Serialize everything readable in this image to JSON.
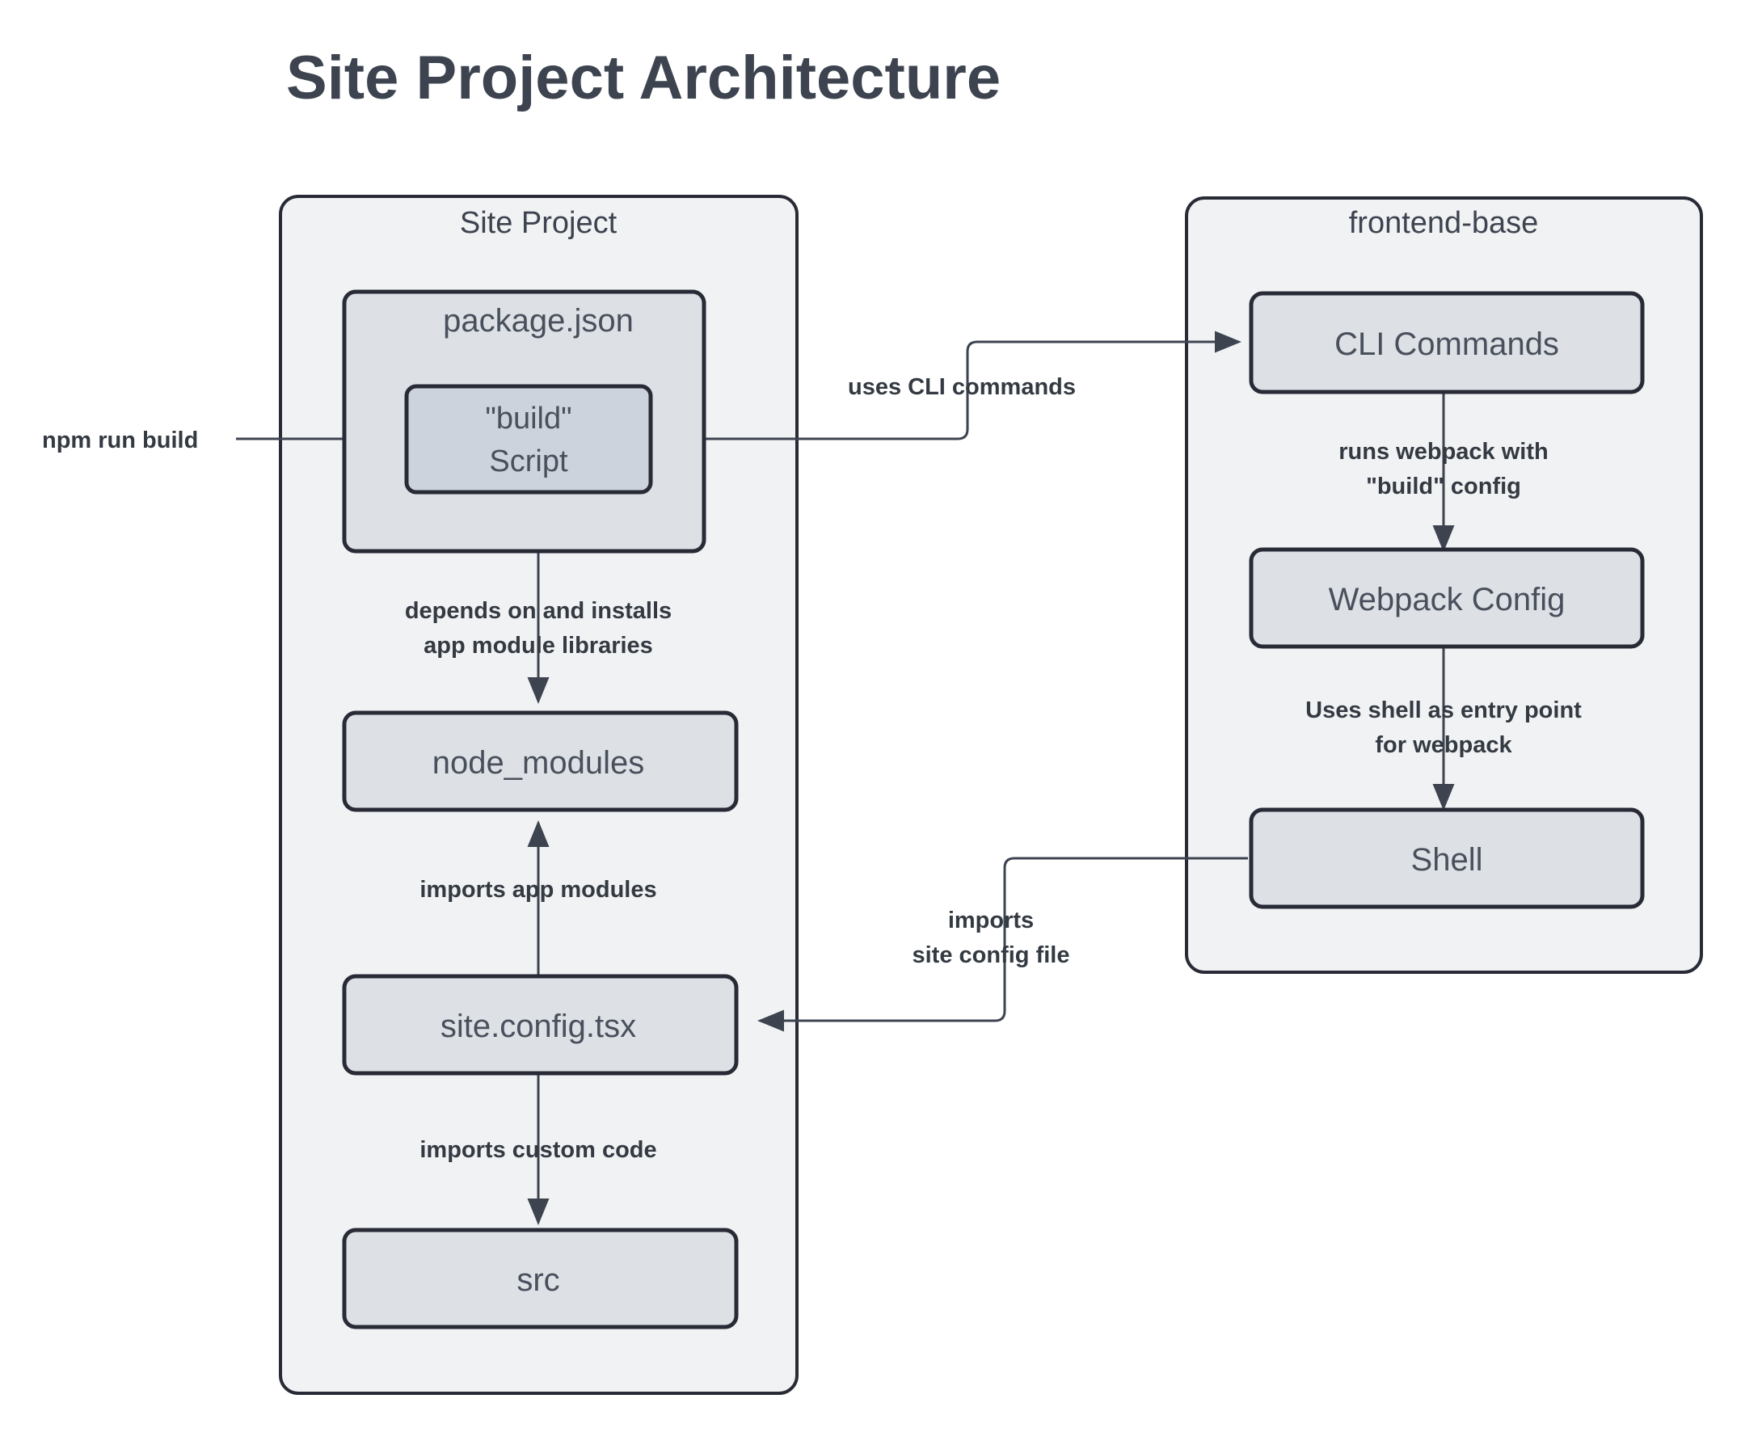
{
  "page": {
    "title": "Site Project Architecture",
    "background": "#ffffff"
  },
  "colors": {
    "title_text": "#3d4450",
    "cluster_fill": "#f1f2f4",
    "node_fill": "#dde1e6",
    "inner_node_fill": "#ccd3dc",
    "stroke": "#282a36",
    "edge_stroke": "#3d4450",
    "node_text": "#49505c",
    "edge_label_text": "#343a42"
  },
  "chart_data": {
    "type": "diagram",
    "title": "Site Project Architecture",
    "clusters": [
      {
        "id": "site-project",
        "label": "Site Project",
        "nodes": [
          "package.json",
          "\"build\" Script",
          "node_modules",
          "site.config.tsx",
          "src"
        ]
      },
      {
        "id": "frontend-base",
        "label": "frontend-base",
        "nodes": [
          "CLI Commands",
          "Webpack Config",
          "Shell"
        ]
      }
    ],
    "nodes": [
      {
        "id": "package-json",
        "label": "package.json",
        "cluster": "site-project"
      },
      {
        "id": "build-script",
        "label_line1": "\"build\"",
        "label_line2": "Script",
        "cluster": "site-project"
      },
      {
        "id": "node-modules",
        "label": "node_modules",
        "cluster": "site-project"
      },
      {
        "id": "site-config",
        "label": "site.config.tsx",
        "cluster": "site-project"
      },
      {
        "id": "src",
        "label": "src",
        "cluster": "site-project"
      },
      {
        "id": "cli-commands",
        "label": "CLI Commands",
        "cluster": "frontend-base"
      },
      {
        "id": "webpack-config",
        "label": "Webpack Config",
        "cluster": "frontend-base"
      },
      {
        "id": "shell",
        "label": "Shell",
        "cluster": "frontend-base"
      }
    ],
    "edges": [
      {
        "id": "npm-run-build",
        "from": "external",
        "to": "build-script",
        "label": "npm run build"
      },
      {
        "id": "uses-cli-commands",
        "from": "build-script",
        "to": "cli-commands",
        "label": "uses CLI commands"
      },
      {
        "id": "runs-webpack",
        "from": "cli-commands",
        "to": "webpack-config",
        "label_line1": "runs webpack with",
        "label_line2": "\"build\" config"
      },
      {
        "id": "shell-entry-point",
        "from": "webpack-config",
        "to": "shell",
        "label_line1": "Uses shell as entry point",
        "label_line2": "for webpack"
      },
      {
        "id": "imports-site-config",
        "from": "shell",
        "to": "site-config",
        "label_line1": "imports",
        "label_line2": "site config file"
      },
      {
        "id": "depends-installs",
        "from": "package-json",
        "to": "node-modules",
        "label_line1": "depends on and installs",
        "label_line2": "app module libraries"
      },
      {
        "id": "imports-app-modules",
        "from": "site-config",
        "to": "node-modules",
        "label": "imports app modules"
      },
      {
        "id": "imports-custom-code",
        "from": "site-config",
        "to": "src",
        "label": "imports custom code"
      }
    ]
  },
  "diagram": {
    "title": "Site Project Architecture",
    "cluster_site_project_label": "Site Project",
    "cluster_frontend_base_label": "frontend-base",
    "node_package_json": "package.json",
    "node_build_script_line1": "\"build\"",
    "node_build_script_line2": "Script",
    "node_node_modules": "node_modules",
    "node_site_config": "site.config.tsx",
    "node_src": "src",
    "node_cli_commands": "CLI Commands",
    "node_webpack_config": "Webpack Config",
    "node_shell": "Shell",
    "edge_npm_run_build": "npm run build",
    "edge_uses_cli_commands": "uses CLI commands",
    "edge_runs_webpack_line1": "runs webpack with",
    "edge_runs_webpack_line2": "\"build\" config",
    "edge_shell_entry_line1": "Uses shell as entry point",
    "edge_shell_entry_line2": "for webpack",
    "edge_imports_site_config_line1": "imports",
    "edge_imports_site_config_line2": "site config file",
    "edge_depends_installs_line1": "depends on and installs",
    "edge_depends_installs_line2": "app module libraries",
    "edge_imports_app_modules": "imports app modules",
    "edge_imports_custom_code": "imports custom code"
  }
}
